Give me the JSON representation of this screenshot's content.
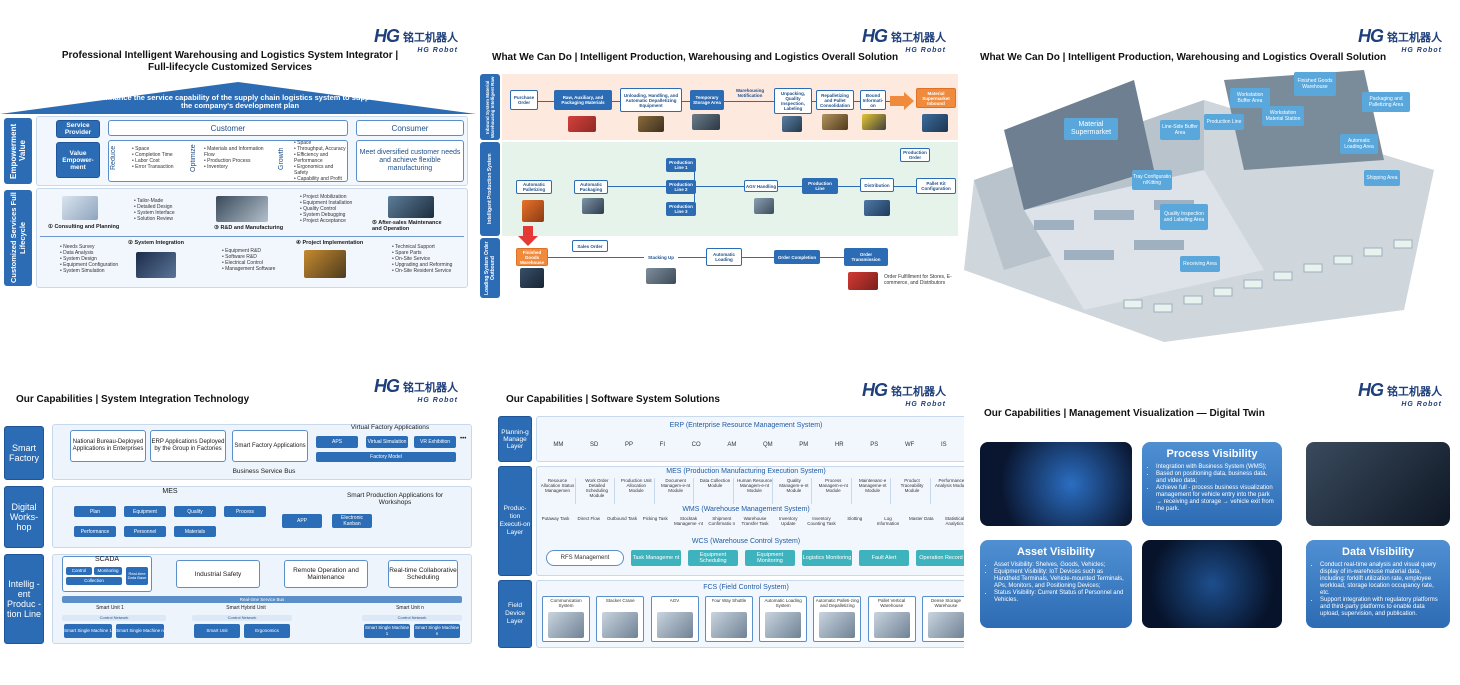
{
  "brand": {
    "mark": "HG",
    "cn": "铭工机器人",
    "en": "HG Robot"
  },
  "s1": {
    "title": "Professional Intelligent Warehousing and Logistics System Integrator | Full-lifecycle Customized Services",
    "banner": "Enhance the service capability of the supply chain logistics system to support the company's development plan",
    "row1_label": "Empowerment Value",
    "row2_label": "Customized Services Full Lifecycle",
    "service_provider": "Service Provider",
    "value_empowerment": "Value Empower-ment",
    "customer": "Customer",
    "consumer": "Consumer",
    "reduce": "Reduce",
    "optimize": "Optimize",
    "growth": "Growth",
    "reduce_items": "• Space\n• Completion Time\n• Labor Cost\n• Error Transaction",
    "optimize_items": "• Materials and Information Flow\n• Production Process\n• Inventory",
    "growth_items": "• Space\n• Throughput, Accuracy\n• Efficiency and Performance\n• Ergonomics and Safety\n• Capability and Profit",
    "consumer_text": "Meet diversified customer needs and achieve flexible manufacturing",
    "steps": [
      "① Consulting and Planning",
      "② System Integration",
      "③ R&D and Manufacturing",
      "④ Project Implementation",
      "⑤ After-sales Maintenance and Operation"
    ],
    "step1_items": "• Needs Survey\n• Data Analysis\n• System Design\n• Equipment Configuration\n• System Simulation",
    "step2_items": "• Tailor-Made\n• Detailed Design\n• System Interface\n• Solution Review",
    "step3_items": "• Equipment R&D\n• Software R&D\n• Electrical Control\n• Management Software",
    "step4_items": "• Project Mobilization\n• Equipment Installation\n• Quality Control\n• System Debugging\n• Project Acceptance",
    "step5_items": "• Technical Support\n• Spare Parts\n• On-Site Service\n• Upgrading and Reforming\n• On-Site Resident Service"
  },
  "s2": {
    "title": "What We Can Do |  Intelligent Production, Warehousing and Logistics Overall Solution",
    "lane1": "Inbound System Material Warehousing Intelligent Raw",
    "lane2": "Intelligent Production System",
    "lane3": "Loading System Order Outbound",
    "row1": [
      "Purchase Order",
      "Raw, Auxiliary, and Packaging Materials",
      "Unloading, Handling, and Automatic Depalletizing Equipment",
      "Temporary Storage Area",
      "Warehousing Notification",
      "Unpacking, Quality Inspection, Labeling",
      "Repalletizing and Pallet Consolidation",
      "Bound Informati-on",
      "Material Supermarket Inbound"
    ],
    "row2": [
      "Production Order",
      "Pallet Kit Configuration",
      "Distribution",
      "Production Line",
      "AGV Handling",
      "Production Line 1",
      "Production Line 2",
      "Production Line 3",
      "Automatic Packaging",
      "Automatic Palletizing"
    ],
    "row3": [
      "Finished Goods Warehouse",
      "Sales Order",
      "Stacking Up",
      "Automatic Loading",
      "Order Completion",
      "Order Transmission"
    ],
    "fulfill": "Order Fulfillment for Stores, E-commerce, and Distributors"
  },
  "s3": {
    "title": "What We Can Do |  Intelligent Production, Warehousing and Logistics Overall Solution",
    "labels": [
      "Material Supermarket",
      "Line-Side Buffer Area",
      "Workstation Buffer Area",
      "Production Line",
      "Workstation Material Station",
      "Finished Goods Warehouse",
      "Packaging and Palletizing Area",
      "Automatic Loading Area",
      "Tray Configuratio n/Kitting",
      "Quality Inspection and Labeling Area",
      "Shipping Area",
      "Receiving Area"
    ]
  },
  "s4": {
    "title": "Our Capabilities | System Integration Technology",
    "l_smart": "Smart Factory",
    "l_digital": "Digital Works-hop",
    "l_line": "Intellig -ent Produc -tion Line",
    "vfa": "Virtual Factory Applications",
    "nat": "National Bureau-Deployed Applications in Enterprises",
    "erp": "ERP Applications Deployed by the Group in Factories",
    "sfa": "Smart Factory Applications",
    "vfa_items": [
      "APS",
      "Virtual Simulation",
      "VR Exhibition"
    ],
    "more": "•••",
    "factory_model": "Factory Model",
    "bsb": "Business Service Bus",
    "mes": "MES",
    "mes_items": [
      "Plan",
      "Equipment",
      "Quality",
      "Process",
      "Performance",
      "Personnel",
      "Materials"
    ],
    "spa": "Smart Production Applications for Workshops",
    "spa_items": [
      "APP",
      "Electronic Kanban"
    ],
    "scada": "SCADA",
    "scada_items": [
      "Control",
      "Monitoring",
      "Collection",
      "Real-time Data Base"
    ],
    "safety": "Industrial Safety",
    "remote": "Remote Operation and Maintenance",
    "collab": "Real-time Collaborative Scheduling",
    "rtsb": "Real-time Service Bus",
    "units": [
      "Smart Unit 1",
      "Smart Hybrid Unit",
      "Smart Unit n"
    ],
    "cn": "Control Network",
    "u1": [
      "Smart Single Machine 1",
      "Smart Single Machine n"
    ],
    "u2": [
      "Smart Unit",
      "Ergonomics"
    ],
    "u3": [
      "Smart Single Machine 1",
      "Smart Single Machine n"
    ]
  },
  "s5": {
    "title": "Our Capabilities | Software System Solutions",
    "l1": "Plannin-g Manage Layer",
    "l2": "Produc-tion Executi-on Layer",
    "l3": "Field Device Layer",
    "erp": "ERP (Enterprise Resource Management System)",
    "erp_items": [
      "MM",
      "SD",
      "PP",
      "FI",
      "CO",
      "AM",
      "QM",
      "PM",
      "HR",
      "PS",
      "WF",
      "IS"
    ],
    "mes": "MES (Production Manufacturing Execution System)",
    "mes_items": [
      "Resource Allocation Status Managemen",
      "Work Order Detailed Scheduling Module",
      "Production Unit Allocation Module",
      "Document Managem-e-nt Module",
      "Data Collection Module",
      "Human Resource Managem-e-nt Module",
      "Quality Managem-e-nt Module",
      "Process Managem-e-nt Module",
      "Maintenanc-e Manageme-nt Module",
      "Product Traceability Module",
      "Performance Analysis Module"
    ],
    "wms": "WMS (Warehouse Management System)",
    "wms_items": [
      "Putaway Task",
      "Direct Flow",
      "Outbound Task",
      "Picking Task",
      "Stocktak Manageme -nt",
      "Shipment Confirmatio n",
      "Warehouse Transfer Task",
      "Inventory Update",
      "Inventory Counting Task",
      "Slotting",
      "Log Information",
      "Master Data",
      "Statistical Analytics"
    ],
    "wcs": "WCS (Warehouse Control System)",
    "wcs_items": [
      "RFS Management",
      "Task Manageme nt",
      "Equipment Scheduling",
      "Equipment Monitoring",
      "Logistics Monitoring",
      "Fault Alert",
      "Operation Record"
    ],
    "fcs": "FCS (Field Control System)",
    "fcs_items": [
      "Communication System",
      "Stacker Crane",
      "AGV",
      "Four Way Shuttle",
      "Automatic Loading System",
      "Automatic Palleti-zing and Depalletizing",
      "Pallet Vertical Warehouse",
      "Dense Storage Warehouse"
    ]
  },
  "s6": {
    "title": "Our Capabilities | Management Visualization — Digital Twin",
    "process": "Process Visibility",
    "process_items": [
      "Integration with Business System (WMS);",
      "Based on positioning data, business data, and video data;",
      "Achieve full - process business visualization management for vehicle entry into the park → receiving and storage → vehicle exit from the park."
    ],
    "asset": "Asset Visibility",
    "asset_items": [
      "Asset Visibility: Shelves, Goods, Vehicles;",
      "Equipment Visibility: IoT Devices such as Handheld Terminals, Vehicle-mounted Terminals, APs, Monitors, and Positioning Devices;",
      "Status Visibility: Current Status of Personnel and Vehicles."
    ],
    "data": "Data Visibility",
    "data_items": [
      "Conduct real-time analysis and visual query display of in-warehouse material data, including: forklift utilization rate, employee workload, storage location occupancy rate, etc.",
      "Support integration with regulatory platforms and third-party platforms to enable data upload, supervision, and publication."
    ]
  },
  "colors": {
    "primary": "#2b6cb5",
    "dark": "#1f3f7a",
    "panel": "#e8f1fb"
  }
}
